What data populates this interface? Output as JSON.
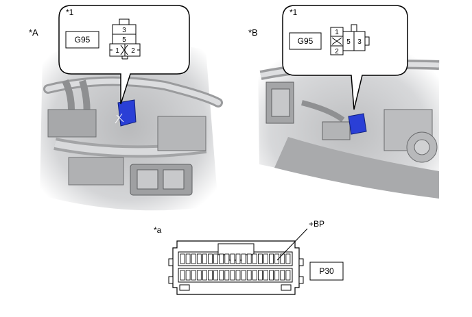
{
  "views": [
    {
      "view_label": "*A",
      "callout": {
        "marker": "*1",
        "connector_code": "G95",
        "pins": [
          "3",
          "5",
          "1",
          "2"
        ]
      }
    },
    {
      "view_label": "*B",
      "callout": {
        "marker": "*1",
        "connector_code": "G95",
        "pins": [
          "1",
          "2",
          "5",
          "3"
        ]
      }
    }
  ],
  "ecu_connector": {
    "marker": "*a",
    "terminal_label": "+BP",
    "connector_code": "P30"
  },
  "colors": {
    "highlight_blue": "#2a3fd6",
    "photo_gray": "#c9cacc"
  }
}
